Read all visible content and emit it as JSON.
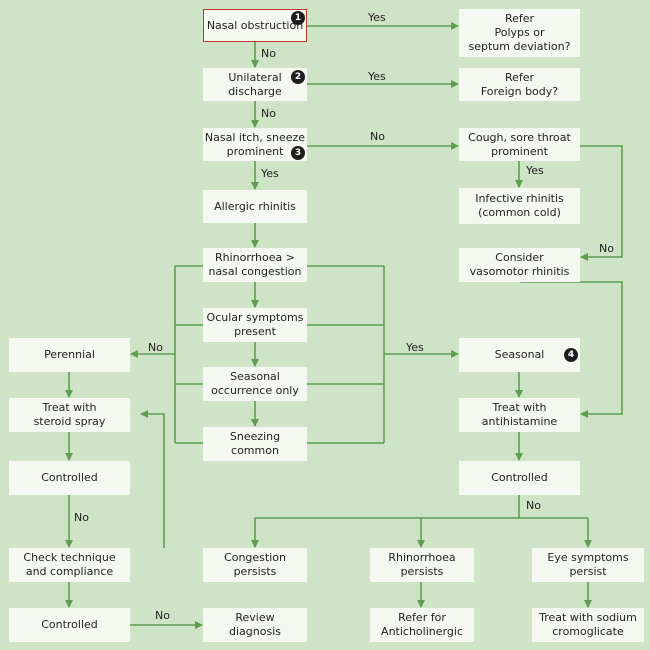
{
  "nodes": {
    "nasal_obstruction": "Nasal obstruction",
    "refer_polyps": "Refer\nPolyps or\nseptum deviation?",
    "unilateral_discharge": "Unilateral\ndischarge",
    "refer_foreign_body": "Refer\nForeign body?",
    "nasal_itch": "Nasal itch, sneeze\nprominent",
    "cough": "Cough, sore throat\nprominent",
    "infective_rhinitis": "Infective rhinitis\n(common cold)",
    "allergic_rhinitis": "Allergic rhinitis",
    "rhinorrhoea_gt": "Rhinorrhoea >\nnasal congestion",
    "vasomotor": "Consider\nvasomotor rhinitis",
    "ocular": "Ocular symptoms\npresent",
    "perennial": "Perennial",
    "seasonal": "Seasonal",
    "seasonal_only": "Seasonal\noccurrence only",
    "steroid_spray": "Treat with\nsteroid spray",
    "antihistamine": "Treat with\nantihistamine",
    "sneezing": "Sneezing\ncommon",
    "controlled_left": "Controlled",
    "controlled_right": "Controlled",
    "check_technique": "Check technique\nand compliance",
    "congestion": "Congestion\npersists",
    "rhino_persists": "Rhinorrhoea\npersists",
    "eye_symptoms": "Eye symptoms\npersist",
    "controlled_bottom": "Controlled",
    "review": "Review\ndiagnosis",
    "anticholinergic": "Refer for\nAnticholinergic",
    "cromoglicate": "Treat with sodium\ncromoglicate"
  },
  "badges": {
    "b1": "1",
    "b2": "2",
    "b3": "3",
    "b4": "4"
  },
  "edge_labels": {
    "yes1": "Yes",
    "no1": "No",
    "yes2": "Yes",
    "no2": "No",
    "no3": "No",
    "yes3": "Yes",
    "yes4": "Yes",
    "no4": "No",
    "no5": "No",
    "yes5": "Yes",
    "no6": "No",
    "no7": "No",
    "no8": "No"
  },
  "colors": {
    "arrow": "#5f9d53",
    "node_fill": "#f4f8f1",
    "background": "#cfe3c6",
    "first_border": "#c0392b"
  }
}
